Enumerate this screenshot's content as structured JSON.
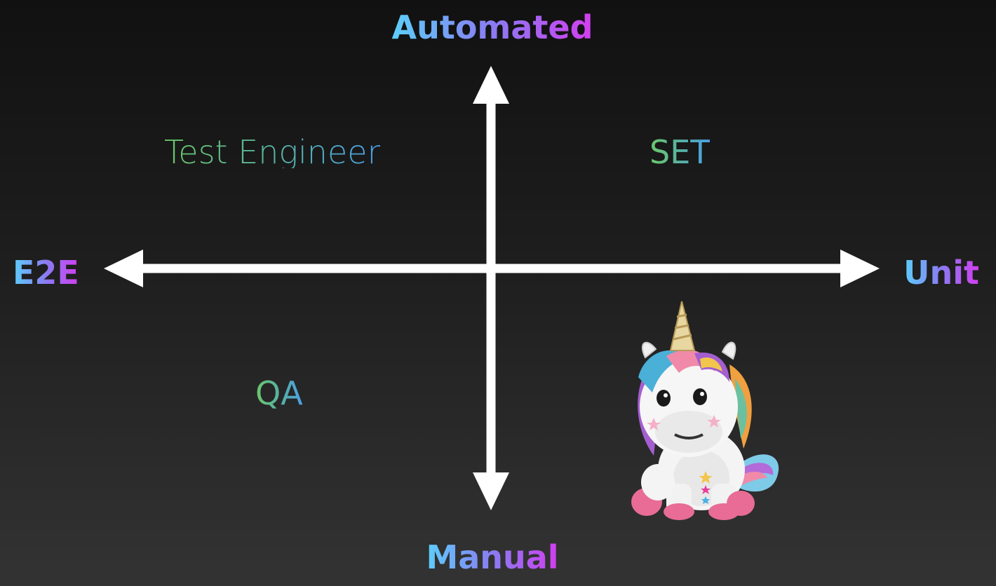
{
  "axes": {
    "top": "Automated",
    "bottom": "Manual",
    "left": "E2E",
    "right": "Unit"
  },
  "quadrants": {
    "top_left": "Test Engineer",
    "top_right": "SET",
    "bottom_left": "QA"
  },
  "icons": {
    "mascot": "unicorn-icon"
  },
  "colors": {
    "axis_label_gradient": [
      "#5ccffb",
      "#8a7bf2",
      "#d23ef0"
    ],
    "quadrant_label_gradient": [
      "#6cc86a",
      "#56b0a6",
      "#4aa0e8"
    ],
    "arrow": "#ffffff"
  }
}
